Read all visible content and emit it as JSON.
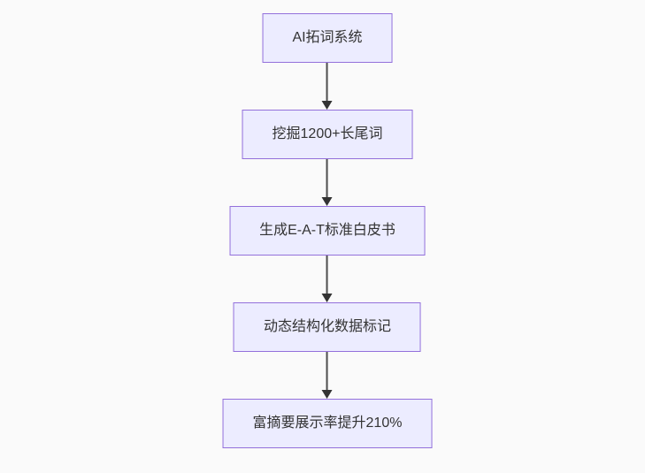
{
  "flowchart": {
    "type": "flowchart",
    "direction": "top-down",
    "background_color": "#fafafa",
    "node_fill_color": "#ececff",
    "node_border_color": "#9370db",
    "node_text_color": "#333333",
    "edge_color": "#333333",
    "nodes": [
      {
        "id": "A",
        "label": "AI拓词系统"
      },
      {
        "id": "B",
        "label": "挖掘1200+长尾词"
      },
      {
        "id": "C",
        "label": "生成E-A-T标准白皮书"
      },
      {
        "id": "D",
        "label": "动态结构化数据标记"
      },
      {
        "id": "E",
        "label": "富摘要展示率提升210%"
      }
    ],
    "edges": [
      {
        "from": "A",
        "to": "B"
      },
      {
        "from": "B",
        "to": "C"
      },
      {
        "from": "C",
        "to": "D"
      },
      {
        "from": "D",
        "to": "E"
      }
    ]
  }
}
